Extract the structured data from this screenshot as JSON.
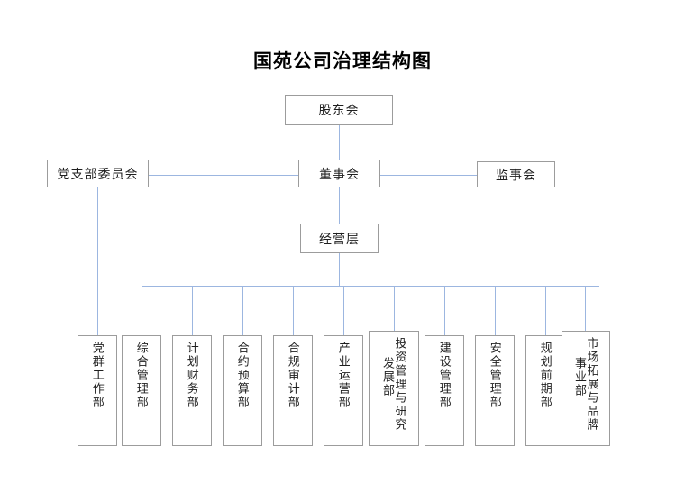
{
  "chart_data": {
    "type": "diagram",
    "diagram_kind": "organizational-chart",
    "title": "国苑公司治理结构图",
    "orientation": "top-down",
    "connector_color": "#9cb6e0",
    "box_border_color": "#9c9c9c",
    "levels": [
      {
        "level": 1,
        "nodes": [
          "股东会"
        ]
      },
      {
        "level": 2,
        "nodes": [
          "党支部委员会",
          "董事会",
          "监事会"
        ]
      },
      {
        "level": 3,
        "nodes": [
          "经营层"
        ]
      },
      {
        "level": 4,
        "nodes": [
          "党群工作部",
          "综合管理部",
          "计划财务部",
          "合约预算部",
          "合规审计部",
          "产业运营部",
          "投资管理与研究发展部",
          "建设管理部",
          "安全管理部",
          "规划前期部",
          "市场拓展与品牌事业部"
        ]
      }
    ],
    "edges": [
      {
        "from": "股东会",
        "to": "董事会"
      },
      {
        "from": "党支部委员会",
        "to": "董事会"
      },
      {
        "from": "董事会",
        "to": "监事会"
      },
      {
        "from": "董事会",
        "to": "经营层"
      },
      {
        "from": "党支部委员会",
        "to": "党群工作部"
      },
      {
        "from": "经营层",
        "to": "综合管理部"
      },
      {
        "from": "经营层",
        "to": "计划财务部"
      },
      {
        "from": "经营层",
        "to": "合约预算部"
      },
      {
        "from": "经营层",
        "to": "合规审计部"
      },
      {
        "from": "经营层",
        "to": "产业运营部"
      },
      {
        "from": "经营层",
        "to": "投资管理与研究发展部"
      },
      {
        "from": "经营层",
        "to": "建设管理部"
      },
      {
        "from": "经营层",
        "to": "安全管理部"
      },
      {
        "from": "经营层",
        "to": "规划前期部"
      },
      {
        "from": "经营层",
        "to": "市场拓展与品牌事业部"
      }
    ]
  },
  "title": "国苑公司治理结构图",
  "nodes": {
    "shareholders": "股东会",
    "party_committee": "党支部委员会",
    "board_of_directors": "董事会",
    "board_of_supervisors": "监事会",
    "management": "经营层"
  },
  "departments": [
    {
      "id": "party-mass-work",
      "lines": [
        "党群工作部"
      ]
    },
    {
      "id": "general-management",
      "lines": [
        "综合管理部"
      ]
    },
    {
      "id": "plan-finance",
      "lines": [
        "计划财务部"
      ]
    },
    {
      "id": "contract-budget",
      "lines": [
        "合约预算部"
      ]
    },
    {
      "id": "compliance-audit",
      "lines": [
        "合规审计部"
      ]
    },
    {
      "id": "industry-operation",
      "lines": [
        "产业运营部"
      ]
    },
    {
      "id": "investment-research-development",
      "lines": [
        "投资管理与研究",
        "发展部"
      ]
    },
    {
      "id": "construction-management",
      "lines": [
        "建设管理部"
      ]
    },
    {
      "id": "safety-management",
      "lines": [
        "安全管理部"
      ]
    },
    {
      "id": "planning-preliminary",
      "lines": [
        "规划前期部"
      ]
    },
    {
      "id": "market-brand-business",
      "lines": [
        "市场拓展与品牌",
        "事业部"
      ]
    }
  ]
}
